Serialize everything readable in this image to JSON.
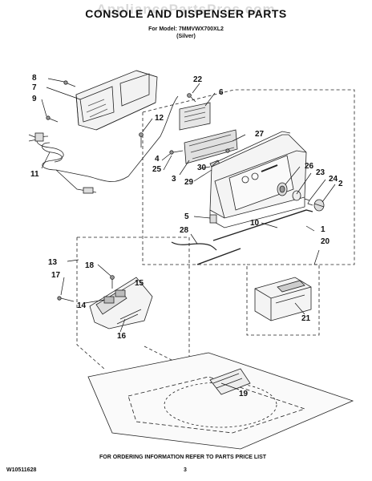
{
  "watermark": "AppliancePartsPros.com",
  "title": "CONSOLE AND DISPENSER PARTS",
  "model_line": "For Model: 7MMVWX700XL2",
  "color_line": "(Silver)",
  "callouts": {
    "c1": "1",
    "c2": "2",
    "c3": "3",
    "c4": "4",
    "c5": "5",
    "c6": "6",
    "c7": "7",
    "c8": "8",
    "c9": "9",
    "c10": "10",
    "c11": "11",
    "c12": "12",
    "c13": "13",
    "c14": "14",
    "c15": "15",
    "c16": "16",
    "c17": "17",
    "c18": "18",
    "c19": "19",
    "c20": "20",
    "c21": "21",
    "c22": "22",
    "c23": "23",
    "c24": "24",
    "c25": "25",
    "c26": "26",
    "c27": "27",
    "c28": "28",
    "c29": "29",
    "c30": "30"
  },
  "footer": {
    "doc_number": "W10511628",
    "page_number": "3",
    "ordering_note": "FOR ORDERING INFORMATION REFER TO PARTS PRICE LIST"
  }
}
